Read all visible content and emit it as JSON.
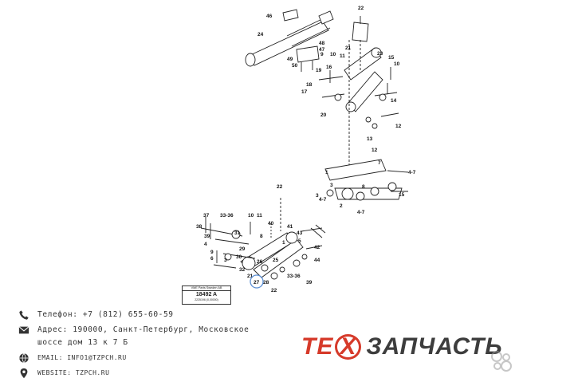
{
  "diagram": {
    "callouts_upper": [
      "46",
      "24",
      "22",
      "48",
      "47",
      "49",
      "21",
      "50",
      "9",
      "10",
      "11",
      "23",
      "19",
      "18",
      "15",
      "10",
      "16",
      "17",
      "20",
      "14",
      "12",
      "3",
      "13",
      "1",
      "2",
      "4-7",
      "3",
      "4-7",
      "4-7",
      "7",
      "12",
      "8",
      "15"
    ],
    "callouts_lower": [
      "22",
      "37",
      "33-36",
      "38",
      "10",
      "11",
      "40",
      "41",
      "43",
      "44",
      "31",
      "39",
      "4",
      "9",
      "6",
      "3",
      "29",
      "30",
      "8",
      "1",
      "5",
      "42",
      "32",
      "26",
      "25",
      "21",
      "27",
      "28",
      "22",
      "33-36",
      "39"
    ],
    "highlighted": "27",
    "stamp": {
      "line1": "VME Parts Sweden AB",
      "code": "18492 A",
      "line3": "2225196 (0,00000)"
    }
  },
  "contacts": {
    "phone": "Телефон: +7 (812) 655-60-59",
    "address_line1": "Адрес: 190000, Санкт-Петербург, Московское",
    "address_line2": "шоссе дом 13 к 7 Б",
    "email": "EMAIL: INFO1@TZPCH.RU",
    "website": "WEBSITE: TZPCH.RU"
  },
  "logo": {
    "part1": "ТЕ",
    "part2": "Х",
    "part3": "ЗАПЧАСТЬ"
  },
  "colors": {
    "brand_red": "#d63a2a",
    "brand_dark": "#3d3d3d",
    "highlight_blue": "#5b8fd4"
  }
}
